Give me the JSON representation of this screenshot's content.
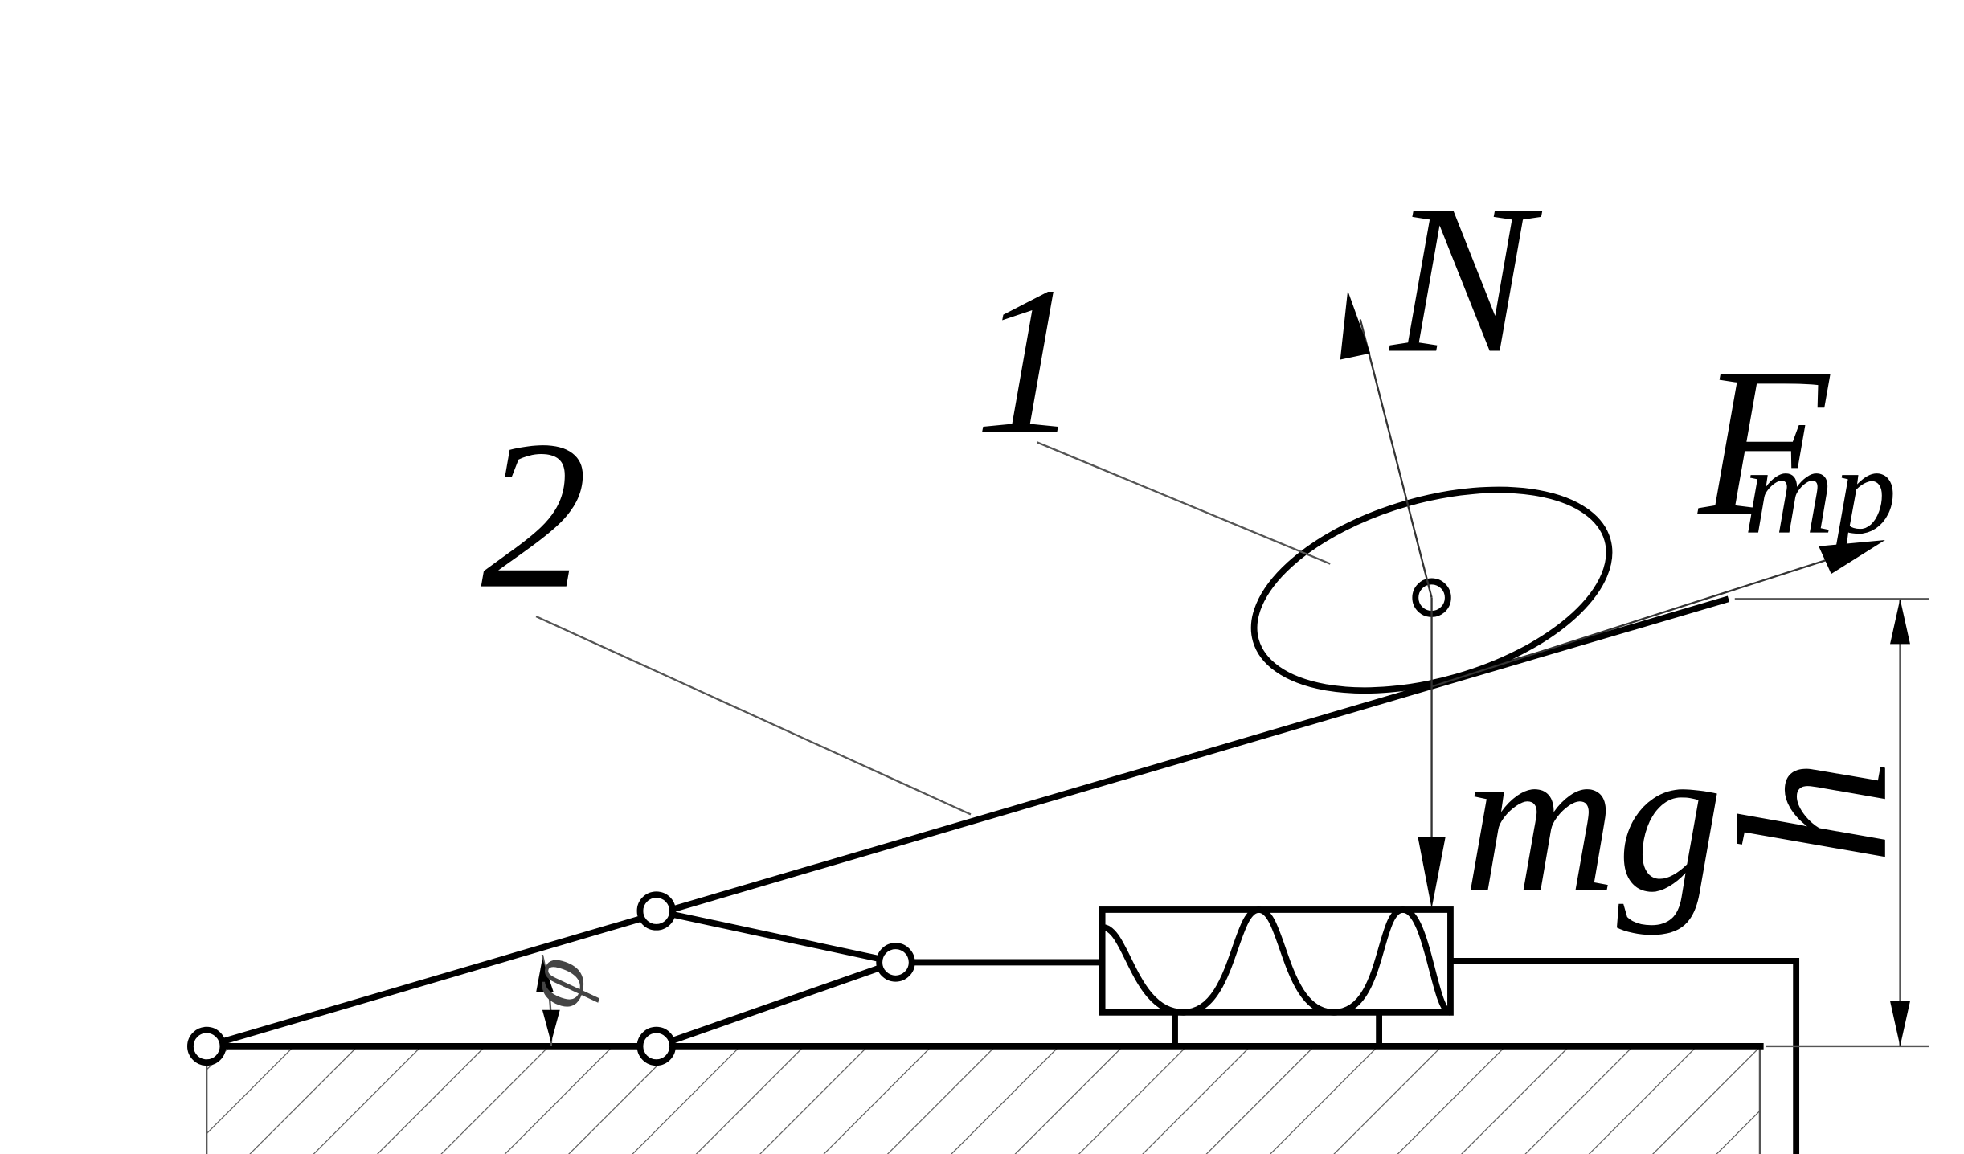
{
  "labels": {
    "label_1": "1",
    "label_2": "2",
    "force_normal": "N",
    "force_friction_main": "F",
    "force_friction_sub": "mp",
    "force_gravity": "mg",
    "height": "h",
    "angle": "φ"
  },
  "colors": {
    "line": "#000000",
    "thin_line": "#555555",
    "background": "#ffffff"
  }
}
